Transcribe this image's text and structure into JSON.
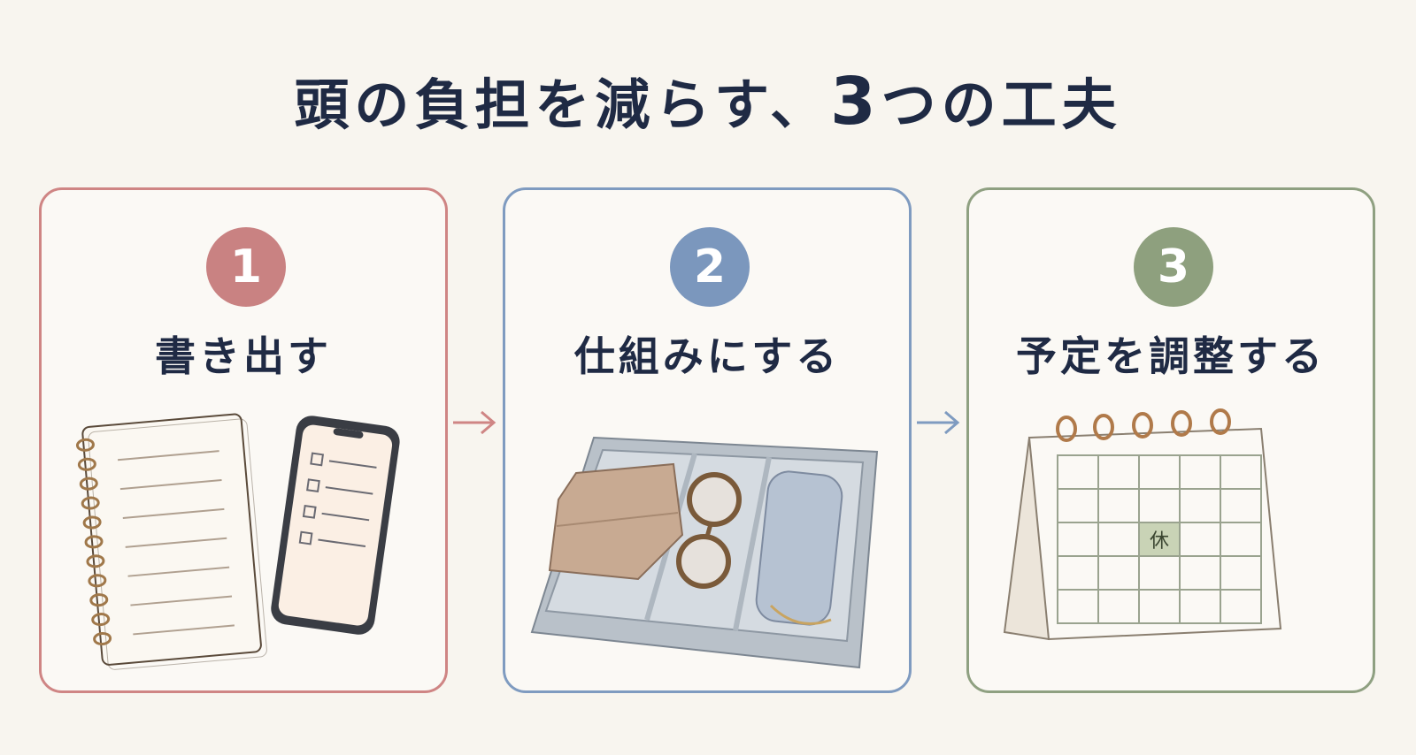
{
  "title": {
    "prefix": "頭の負担を減らす、",
    "number": "3",
    "suffix": "つの工夫"
  },
  "steps": [
    {
      "number": "1",
      "label": "書き出す"
    },
    {
      "number": "2",
      "label": "仕組みにする"
    },
    {
      "number": "3",
      "label": "予定を調整する"
    }
  ],
  "calendar": {
    "holiday_mark": "休"
  },
  "colors": {
    "step1": "#c98282",
    "step2": "#7b97bd",
    "step3": "#8ea07e",
    "text": "#1f2a44"
  }
}
